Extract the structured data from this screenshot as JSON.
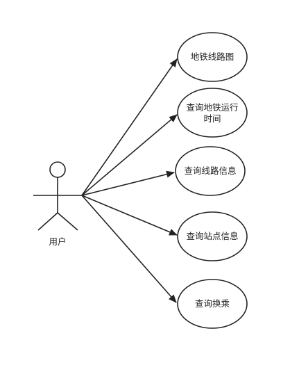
{
  "diagram": {
    "type": "use-case",
    "actor": {
      "label": "用户"
    },
    "use_cases": [
      {
        "lines": [
          "地铁线路图"
        ]
      },
      {
        "lines": [
          "查询地铁运行",
          "时间"
        ]
      },
      {
        "lines": [
          "查询线路信息"
        ]
      },
      {
        "lines": [
          "查询站点信息"
        ]
      },
      {
        "lines": [
          "查询换乘"
        ]
      }
    ],
    "colors": {
      "stroke": "#222222",
      "background": "#ffffff"
    }
  }
}
